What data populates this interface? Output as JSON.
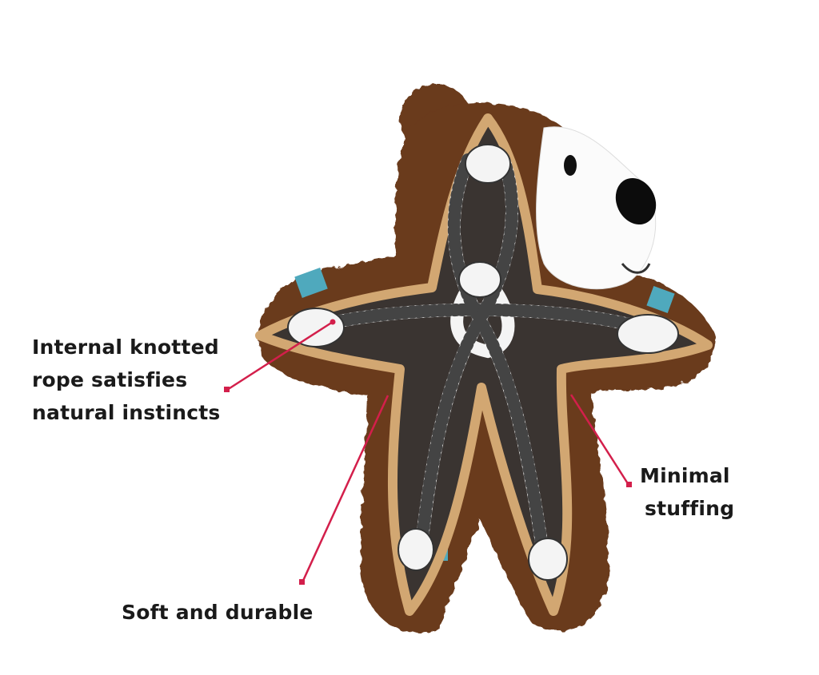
{
  "callouts": {
    "rope": {
      "lines": [
        "Internal knotted",
        "rope satisfies",
        "natural instincts"
      ]
    },
    "stuffing": {
      "lines": [
        "Minimal",
        "stuffing"
      ]
    },
    "durable": {
      "lines": [
        "Soft and durable"
      ]
    }
  },
  "colors": {
    "leader_line": "#d31f4b",
    "fur": "#6b3a1c",
    "panel": "#3a3431",
    "trim": "#d2a772",
    "patch": "#4fa9bd"
  }
}
